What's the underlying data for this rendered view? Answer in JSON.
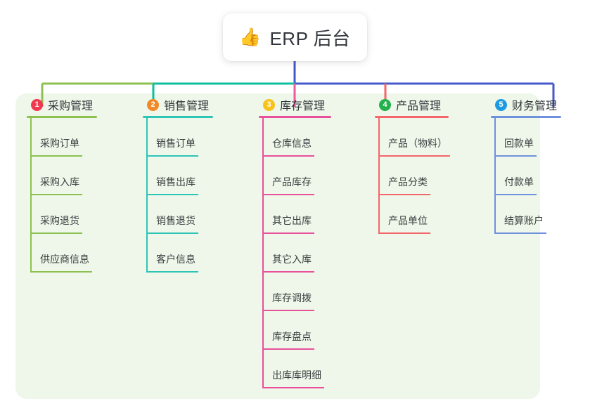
{
  "root": {
    "icon": "thumbs-up-icon",
    "emoji": "👍",
    "title": "ERP 后台"
  },
  "panel": {
    "background_color": "#eef7e9"
  },
  "bus": {
    "trunk_color": "#4458c9",
    "segment_colors": [
      "#8cc152",
      "#0dbfa0",
      "#4458c9",
      "#4458c9"
    ]
  },
  "columns": [
    {
      "number": "1",
      "title": "采购管理",
      "badge_color": "#f2384f",
      "line_color": "#8cc152",
      "drop_color": "#8cc152",
      "rule_width": 100,
      "items": [
        {
          "label": "采购订单"
        },
        {
          "label": "采购入库"
        },
        {
          "label": "采购退货"
        },
        {
          "label": "供应商信息"
        }
      ]
    },
    {
      "number": "2",
      "title": "销售管理",
      "badge_color": "#f08a28",
      "line_color": "#2ec4b6",
      "drop_color": "#0dbfa0",
      "rule_width": 100,
      "items": [
        {
          "label": "销售订单"
        },
        {
          "label": "销售出库"
        },
        {
          "label": "销售退货"
        },
        {
          "label": "客户信息"
        }
      ]
    },
    {
      "number": "3",
      "title": "库存管理",
      "badge_color": "#f7c21b",
      "line_color": "#e8509b",
      "drop_color": "#ed5a9e",
      "rule_width": 103,
      "items": [
        {
          "label": "仓库信息"
        },
        {
          "label": "产品库存"
        },
        {
          "label": "其它出库"
        },
        {
          "label": "其它入库"
        },
        {
          "label": "库存调拨"
        },
        {
          "label": "库存盘点"
        },
        {
          "label": "出库库明细"
        }
      ]
    },
    {
      "number": "4",
      "title": "产品管理",
      "badge_color": "#22b14c",
      "line_color": "#f4666a",
      "drop_color": "#f4666a",
      "rule_width": 105,
      "items": [
        {
          "label": "产品（物料）"
        },
        {
          "label": "产品分类"
        },
        {
          "label": "产品单位"
        }
      ]
    },
    {
      "number": "5",
      "title": "财务管理",
      "badge_color": "#1e9ae0",
      "line_color": "#6f91dd",
      "drop_color": "#4458c9",
      "rule_width": 100,
      "items": [
        {
          "label": "回款单"
        },
        {
          "label": "付款单"
        },
        {
          "label": "结算账户"
        }
      ]
    }
  ]
}
